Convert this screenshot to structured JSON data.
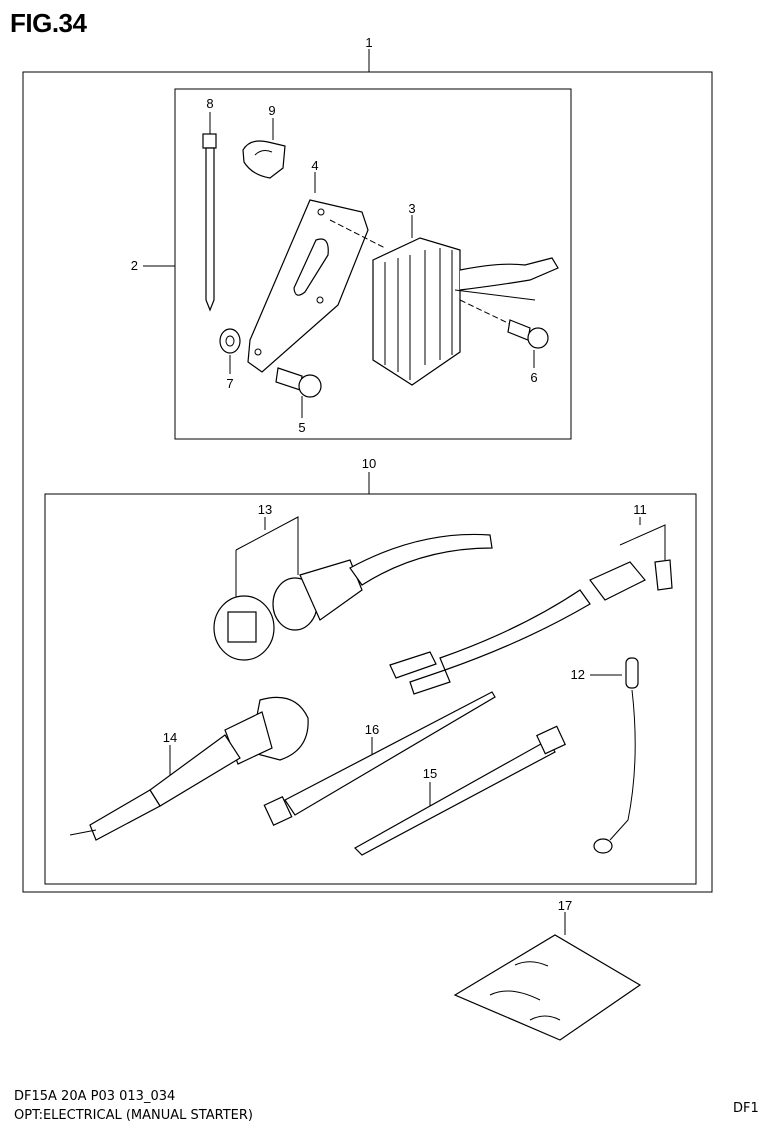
{
  "figure": {
    "title": "FIG.34"
  },
  "callouts": [
    {
      "id": "c1",
      "label": "1"
    },
    {
      "id": "c2",
      "label": "2"
    },
    {
      "id": "c3",
      "label": "3"
    },
    {
      "id": "c4",
      "label": "4"
    },
    {
      "id": "c5",
      "label": "5"
    },
    {
      "id": "c6",
      "label": "6"
    },
    {
      "id": "c7",
      "label": "7"
    },
    {
      "id": "c8",
      "label": "8"
    },
    {
      "id": "c9",
      "label": "9"
    },
    {
      "id": "c10",
      "label": "10"
    },
    {
      "id": "c11",
      "label": "11"
    },
    {
      "id": "c12",
      "label": "12"
    },
    {
      "id": "c13",
      "label": "13"
    },
    {
      "id": "c14",
      "label": "14"
    },
    {
      "id": "c15",
      "label": "15"
    },
    {
      "id": "c16",
      "label": "16"
    },
    {
      "id": "c17",
      "label": "17"
    }
  ],
  "footer": {
    "model_code": "DF15A 20A  P03  013_034",
    "caption": "OPT:ELECTRICAL (MANUAL STARTER)",
    "corner_tag": "DF1"
  }
}
